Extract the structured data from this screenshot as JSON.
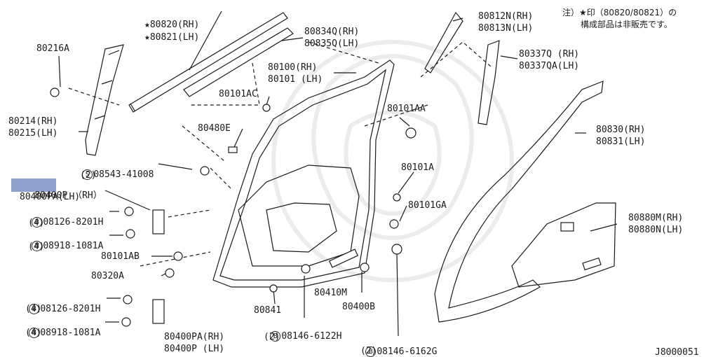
{
  "note": {
    "line1": "注）★印（80820/80821）の",
    "line2": "構成部品は非販売です。"
  },
  "diagram_code": "J8000051",
  "highlight_part": "80400",
  "highlight_suffix": "P （RH）",
  "labels": {
    "p80216a": "80216A",
    "p80820": "★80820(RH)",
    "p80821": "★80821(LH)",
    "p80834q": "80834Q(RH)",
    "p80835q": "80835Q(LH)",
    "p80812n": "80812N(RH)",
    "p80813n": "80813N(LH)",
    "p80337q": "80337Q (RH)",
    "p80337qa": "80337QA(LH)",
    "p80100": "80100(RH)",
    "p80101": "80101 (LH)",
    "p80101ac": "80101AC",
    "p80101aa": "80101AA",
    "p80214": "80214(RH)",
    "p80215": "80215(LH)",
    "p80480e": "80480E",
    "p08543_code": "08543-41008",
    "p08543_qty": "(2)",
    "p80101a": "80101A",
    "p80830": "80830(RH)",
    "p80831": "80831(LH)",
    "p80400pa_lh": "80400PA(LH)",
    "p08126_top_code": "08126-8201H",
    "p08126_top_qty": "(4)",
    "p08918_top_code": "08918-1081A",
    "p08918_top_qty": "(4)",
    "p80101ga": "80101GA",
    "p80880m": "80880M(RH)",
    "p80880n": "80880N(LH)",
    "p80101ab": "80101AB",
    "p80320a": "80320A",
    "p80410m": "80410M",
    "p80400b": "80400B",
    "p08126_bot_code": "08126-8201H",
    "p08126_bot_qty": "(4)",
    "p08918_bot_code": "08918-1081A",
    "p08918_bot_qty": "(4)",
    "p80841": "80841",
    "p08146_6122_code": "08146-6122H",
    "p08146_6122_qty": "(2)",
    "p80400pa_rh": "80400PA(RH)",
    "p80400p_lh": "80400P (LH)",
    "p08146_6162_code": "08146-6162G",
    "p08146_6162_qty": "(2)"
  },
  "prefix_symbols": {
    "s": "S",
    "b": "B",
    "n": "N"
  },
  "colors": {
    "ink": "#1a1a1a",
    "highlight": "#8ea0cc",
    "watermark": "#ececec"
  }
}
